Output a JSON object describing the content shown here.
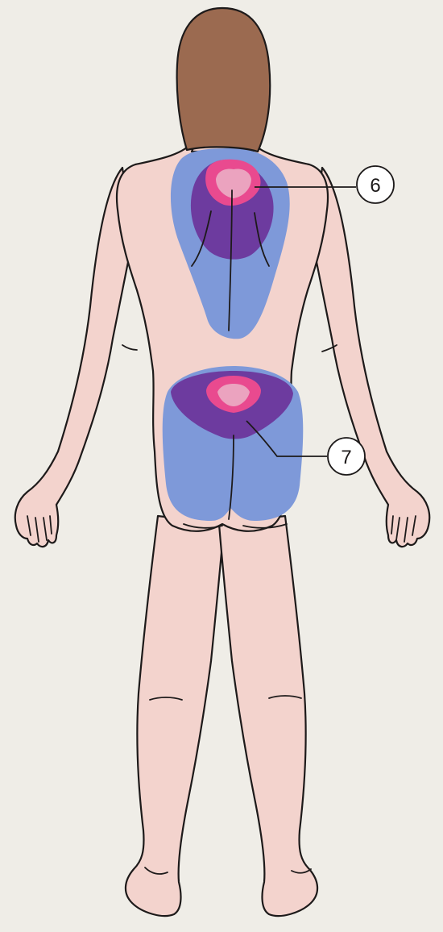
{
  "colors": {
    "background": "#efede7",
    "skin": "#f3d3cd",
    "outline": "#1d1a1a",
    "hair": "#9b6a50",
    "zone_outer": "#7e99d9",
    "zone_middle": "#6d3b9f",
    "zone_inner": "#e94a8f",
    "zone_core": "#eba3bf"
  },
  "callouts": [
    {
      "label": "6",
      "target": "upper-back-zone"
    },
    {
      "label": "7",
      "target": "lower-back-zone"
    }
  ]
}
